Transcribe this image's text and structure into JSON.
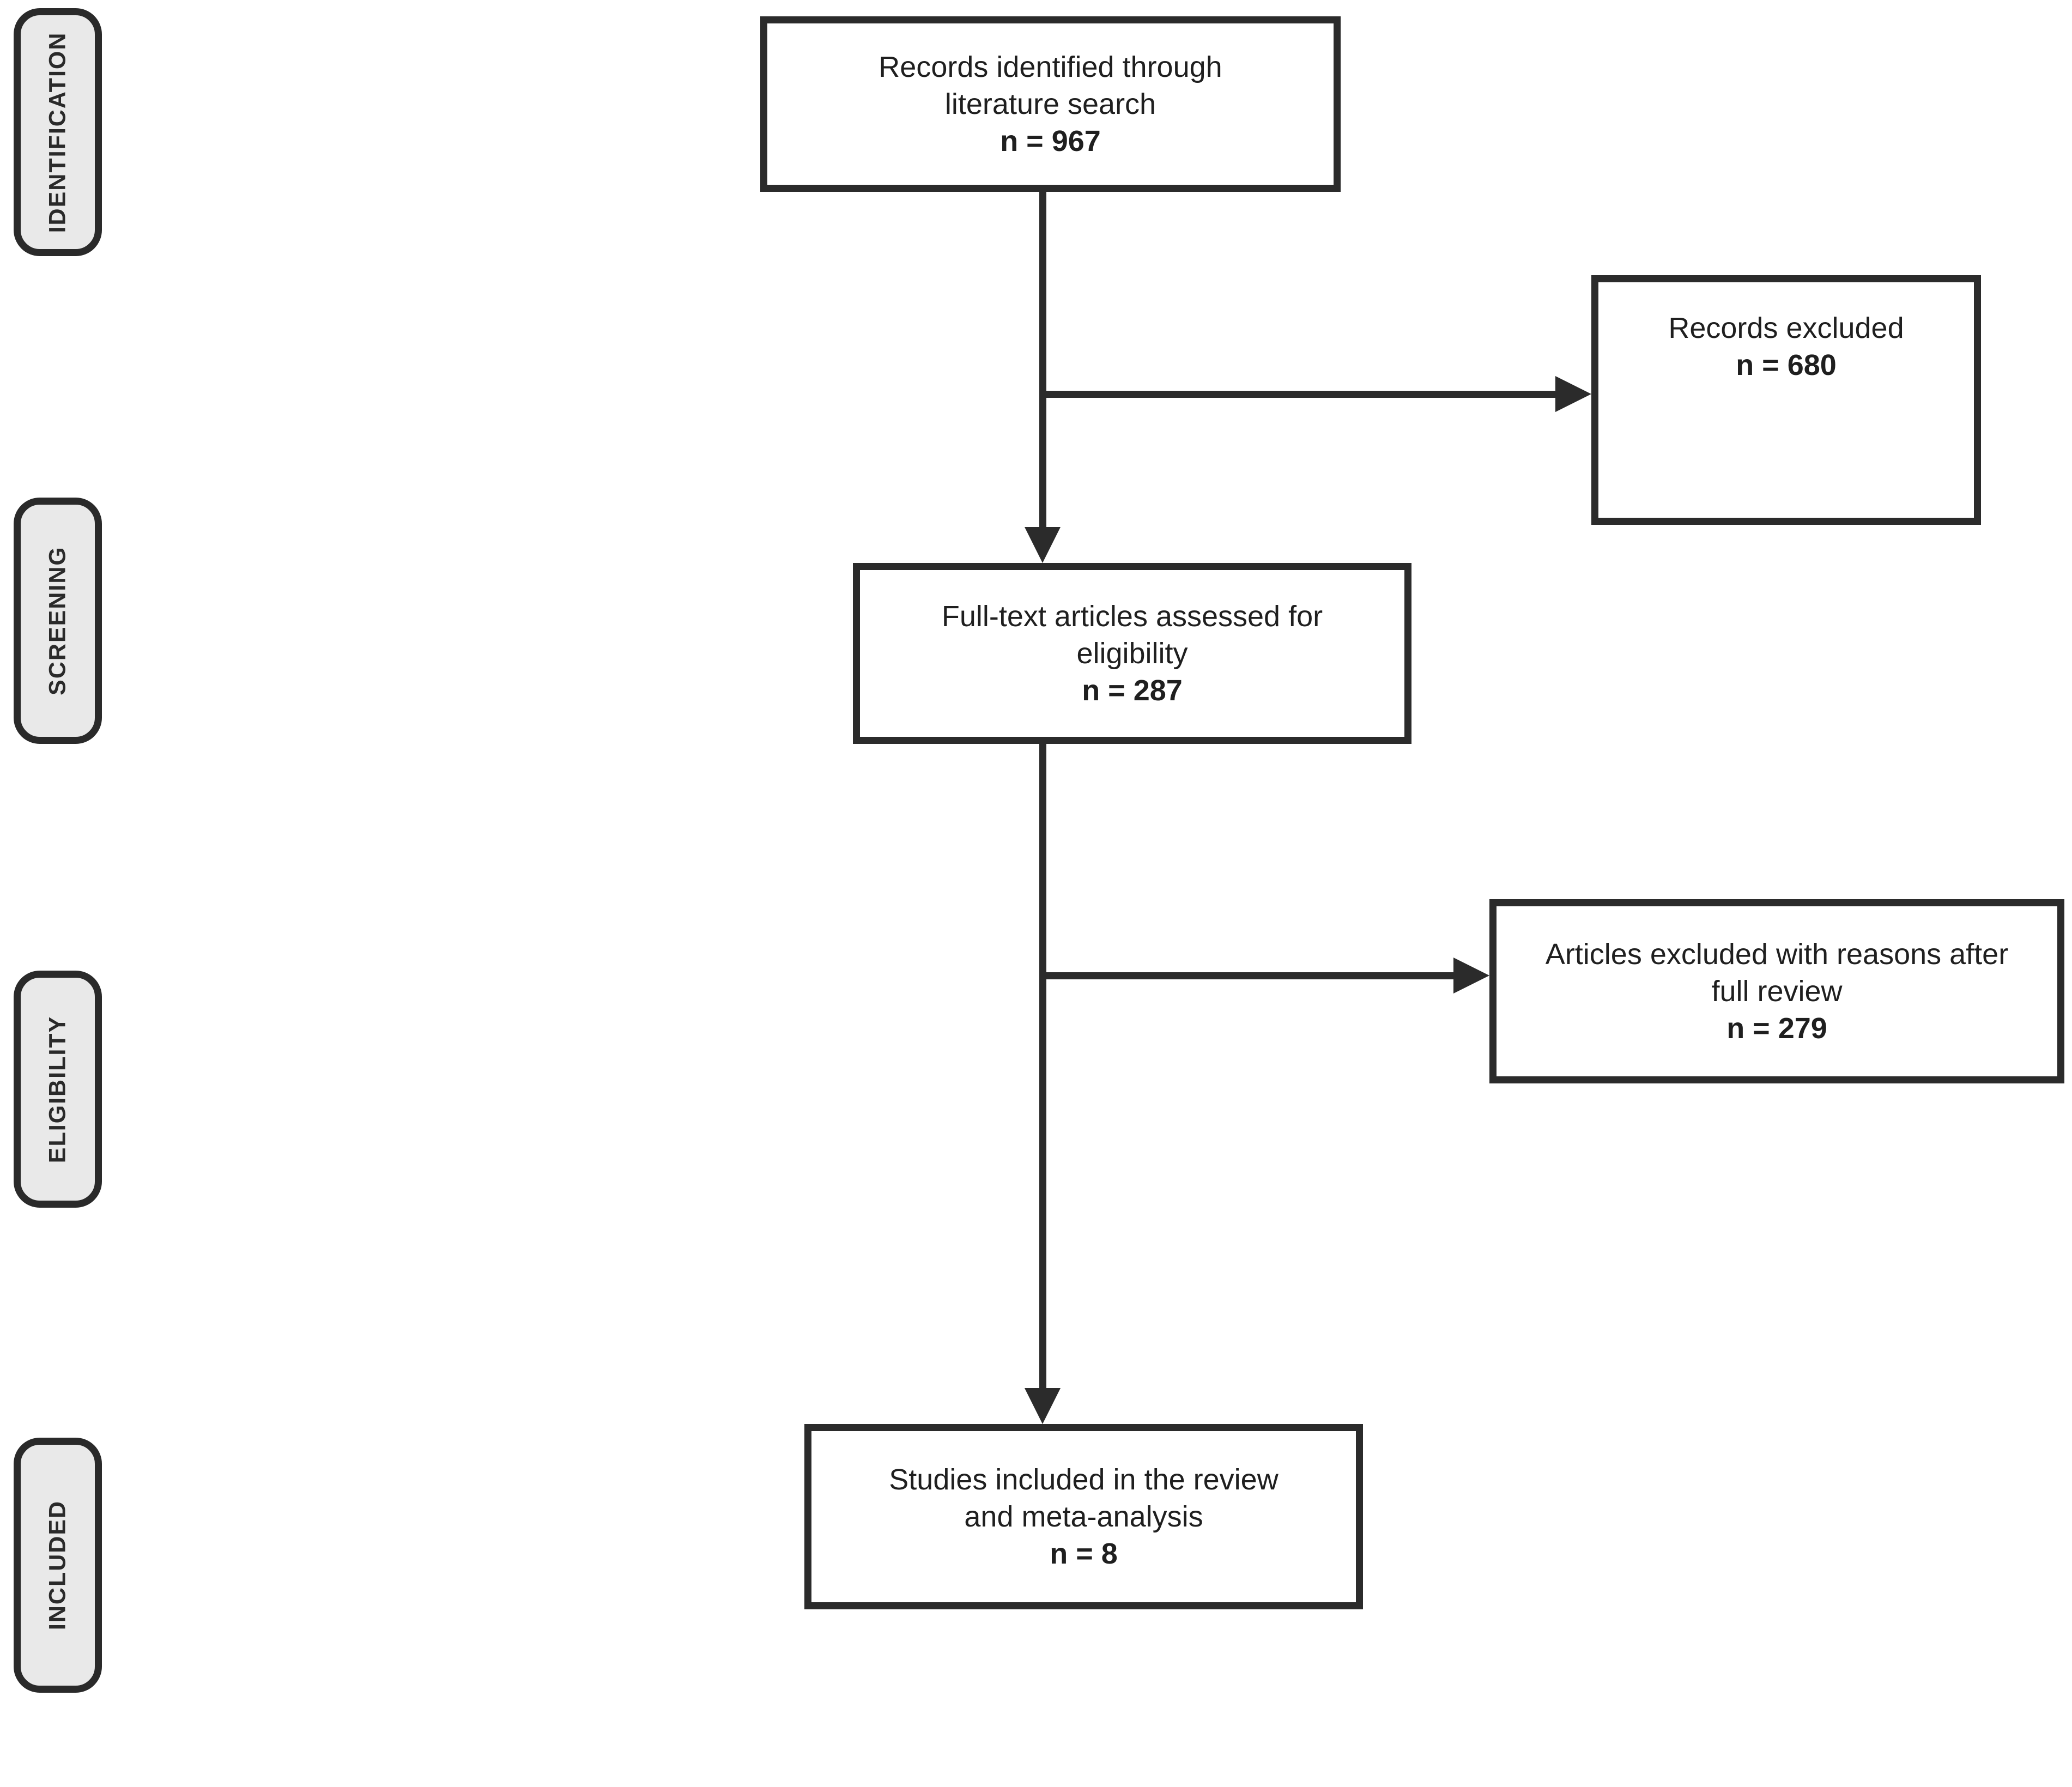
{
  "sidebar": {
    "stages": [
      {
        "label": "IDENTIFICATION"
      },
      {
        "label": "SCREENING"
      },
      {
        "label": "ELIGIBILITY"
      },
      {
        "label": "INCLUDED"
      }
    ]
  },
  "flow_boxes": {
    "identified": {
      "lines": [
        "Records identified through",
        "literature search"
      ],
      "count": "n = 967"
    },
    "records_excluded": {
      "lines": [
        "Records excluded"
      ],
      "count": "n = 680"
    },
    "full_text": {
      "lines": [
        "Full-text articles assessed for",
        "eligibility"
      ],
      "count": "n = 287"
    },
    "articles_excluded": {
      "lines": [
        "Articles excluded with reasons after",
        "full review"
      ],
      "count": "n = 279"
    },
    "included": {
      "lines": [
        "Studies included in the review",
        "and meta-analysis"
      ],
      "count": "n = 8"
    }
  },
  "colors": {
    "connector_line": "#2b2b2b",
    "box_border": "#2b2b2b",
    "stage_fill": "#e9e9e9",
    "stage_border": "#2a2a2a",
    "text": "#1f1f1f",
    "background": "#ffffff"
  }
}
